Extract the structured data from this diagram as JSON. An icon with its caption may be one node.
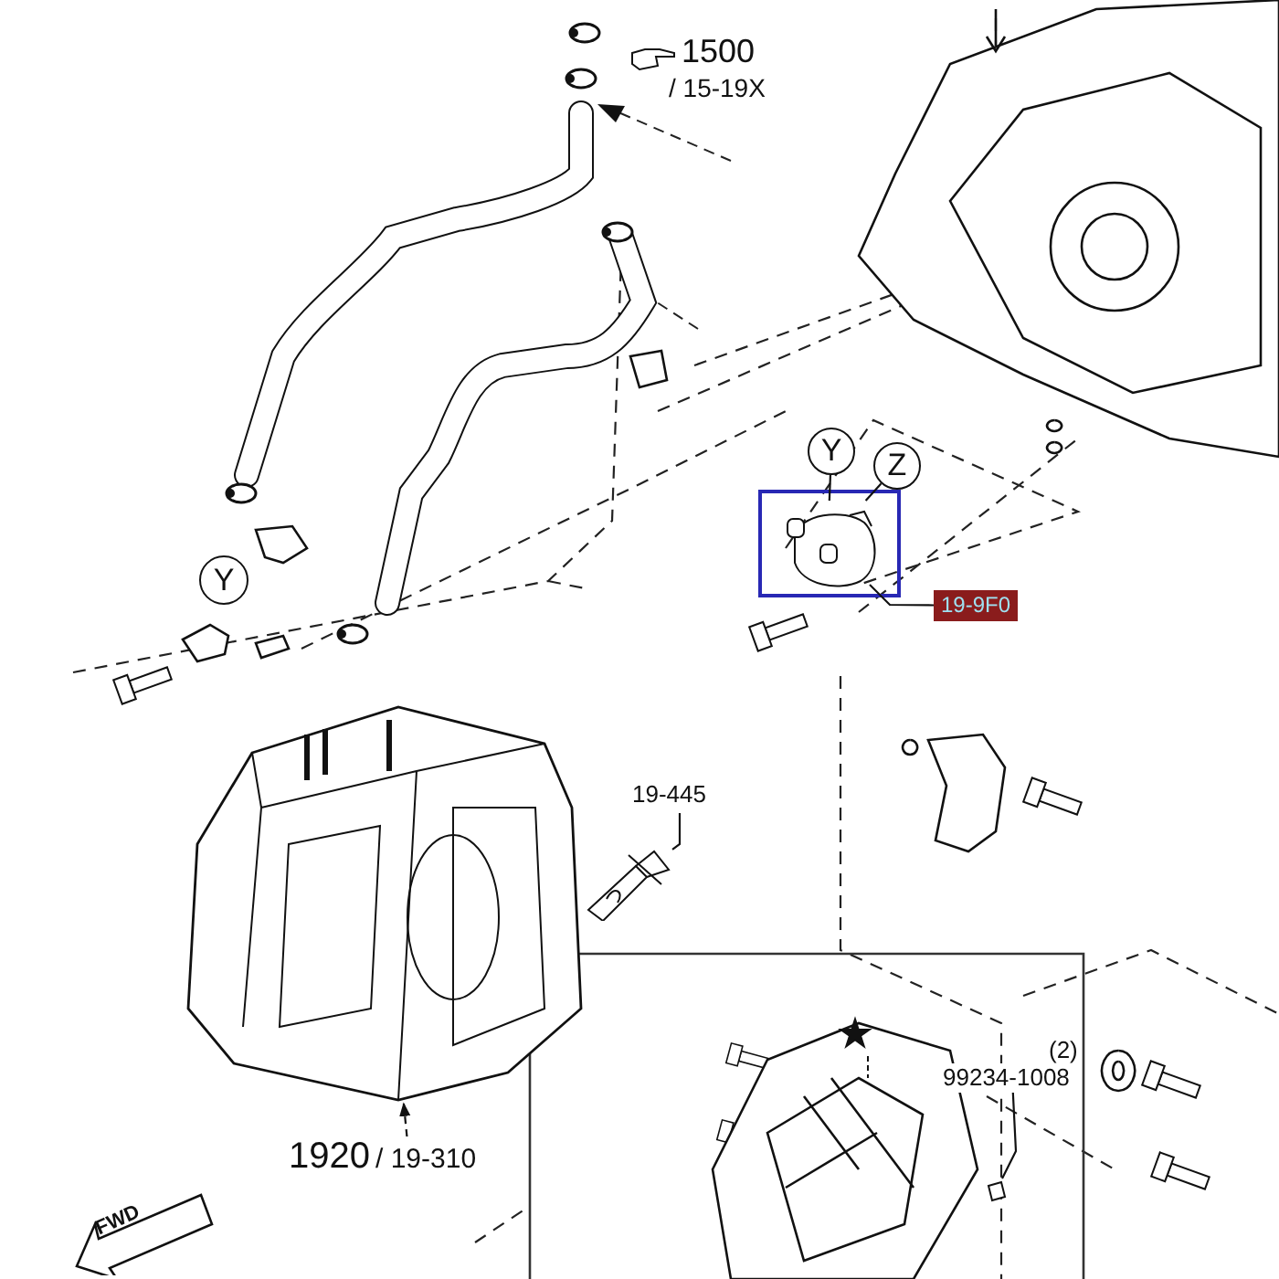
{
  "diagram": {
    "nodes": [
      {
        "text": [
          "Y"
        ]
      },
      {
        "text": [
          "Z"
        ]
      },
      {
        "text": [],
        "shape": "box"
      },
      {
        "text": [],
        "shape": "picture",
        "in": 2
      },
      {
        "text": [
          "19-9F0"
        ]
      },
      {
        "text": [
          "Y"
        ]
      },
      {
        "text": [
          "19-445"
        ]
      },
      {
        "text": [],
        "shape": "picture"
      },
      {
        "text": [
          "99234-1008"
        ],
        "beside": [
          "(2)"
        ]
      },
      {
        "text": [],
        "shape": "picture"
      },
      {
        "text": [],
        "shape": "picture"
      },
      {
        "text": [
          "1920",
          "/ 19-310"
        ]
      }
    ],
    "edges": [
      {
        "from": 0,
        "to": 3,
        "arrow": "none"
      },
      {
        "from": 1,
        "to": 3,
        "arrow": "none"
      },
      {
        "from": 4,
        "to": 3,
        "arrow": "none"
      },
      {
        "from": 6,
        "to": 7,
        "arrow": "none"
      },
      {
        "from": 8,
        "to": 9,
        "arrow": "none"
      },
      {
        "from": 11,
        "to": 10,
        "arrow": "to",
        "style": "dashed"
      }
    ],
    "labels": [
      "1500",
      "/ 15-19X",
      "FWD"
    ]
  }
}
